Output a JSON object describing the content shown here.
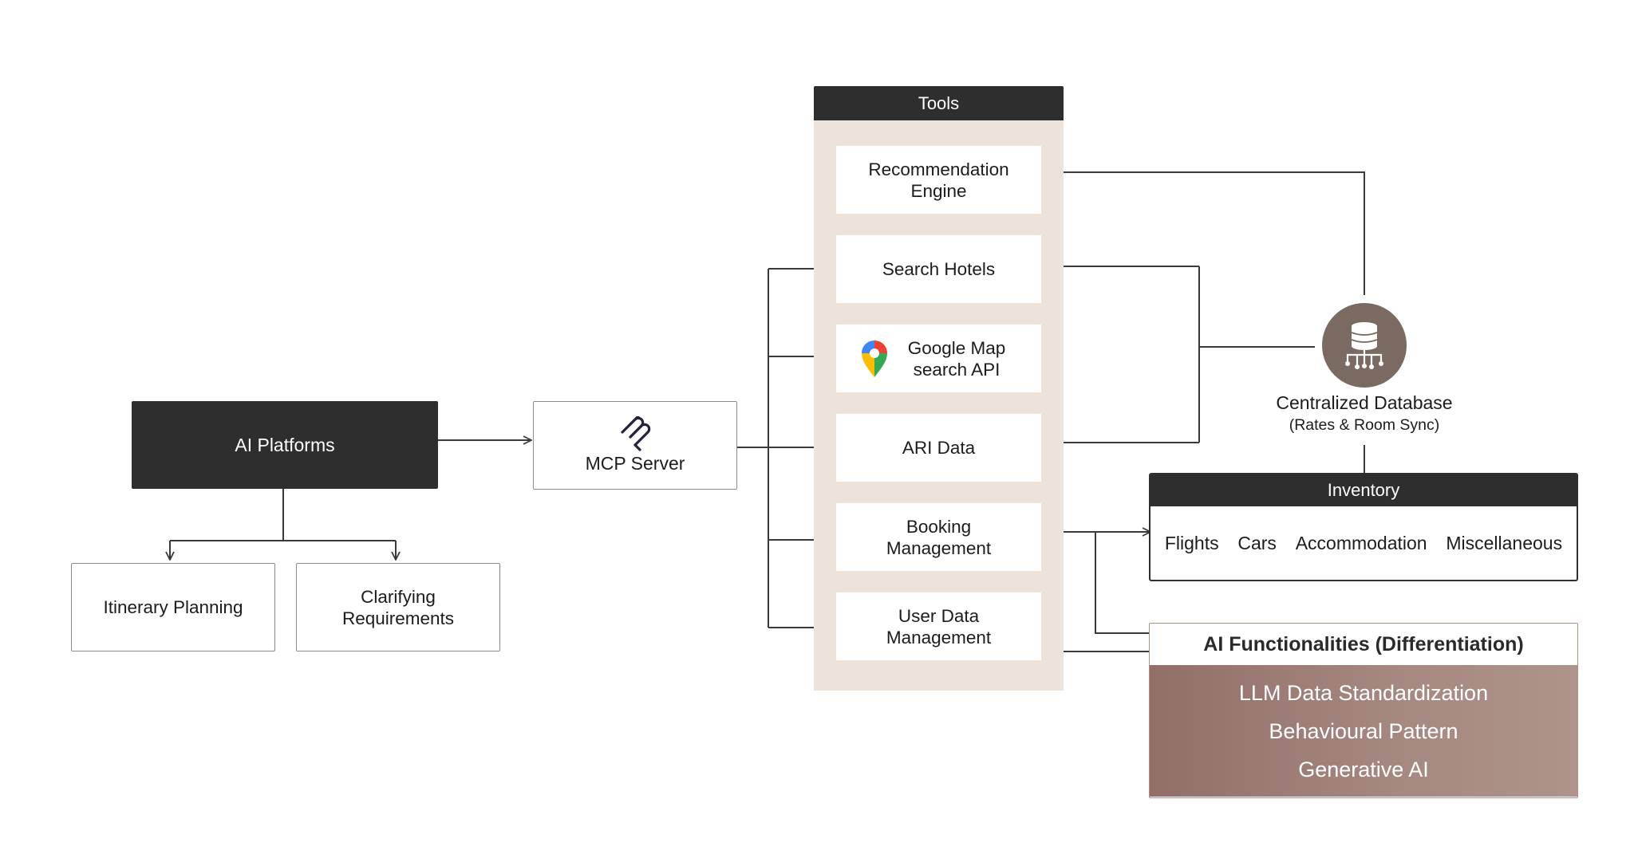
{
  "ai_platforms": {
    "label": "AI Platforms"
  },
  "mcp_server": {
    "label": "MCP Server"
  },
  "sub_tasks": [
    {
      "label": "Itinerary Planning"
    },
    {
      "label": "Clarifying Requirements"
    }
  ],
  "tools": {
    "title": "Tools",
    "items": [
      {
        "label": "Recommendation Engine"
      },
      {
        "label": "Search Hotels"
      },
      {
        "label": "Google Map search API",
        "icon": "google-maps-pin-icon"
      },
      {
        "label": "ARI Data"
      },
      {
        "label": "Booking Management"
      },
      {
        "label": "User Data Management"
      }
    ]
  },
  "database": {
    "title": "Centralized Database",
    "subtitle": "(Rates & Room Sync)",
    "icon": "database-network-icon"
  },
  "inventory": {
    "title": "Inventory",
    "items": [
      "Flights",
      "Cars",
      "Accommodation",
      "Miscellaneous"
    ]
  },
  "ai_functionalities": {
    "title": "AI Functionalities (Differentiation)",
    "items": [
      "LLM Data Standardization",
      "Behavioural Pattern",
      "Generative AI"
    ]
  },
  "colors": {
    "dark": "#2e2e2e",
    "tools_panel": "#ede3da",
    "database": "#7a6a62",
    "ai_gradient_start": "#926f69",
    "ai_gradient_end": "#ae948b",
    "connector": "#3a3a3a"
  }
}
